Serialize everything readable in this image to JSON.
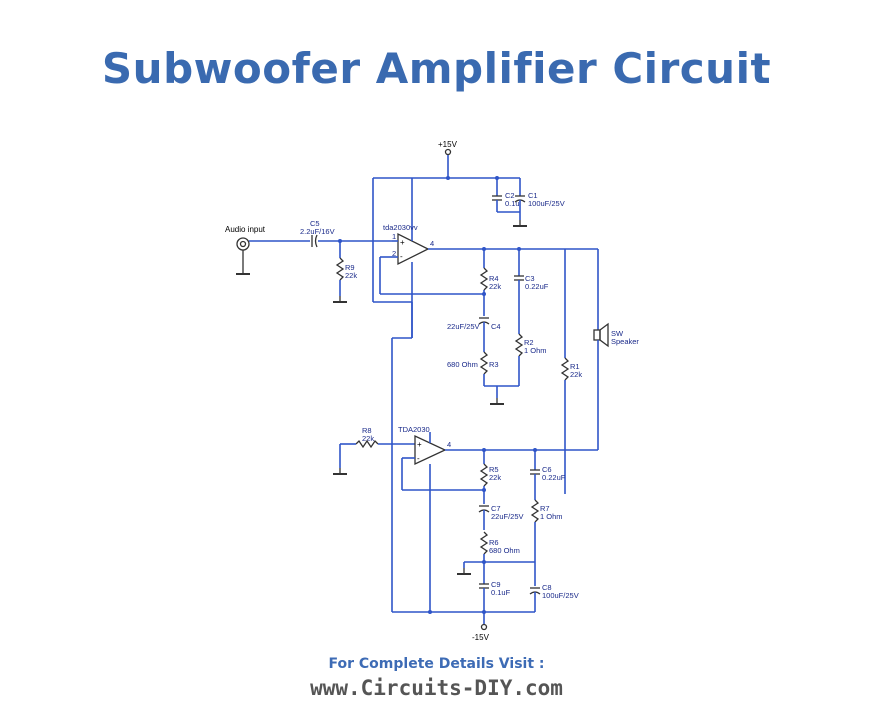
{
  "title": "Subwoofer Amplifier Circuit",
  "footer": {
    "visit": "For Complete Details Visit :",
    "site": "www.Circuits-DIY.com"
  },
  "schematic": {
    "supply_pos": "+15V",
    "supply_neg": "-15V",
    "audio_input": "Audio input",
    "ic1": "tda2030vv",
    "ic2": "TDA2030",
    "speaker": [
      "SW",
      "Speaker"
    ],
    "pins": {
      "plus": "+",
      "minus": "-",
      "one": "1",
      "two": "2",
      "four": "4"
    },
    "components": {
      "C5": [
        "C5",
        "2.2uF/16V"
      ],
      "R9": [
        "R9",
        "22k"
      ],
      "C2": [
        "C2",
        "0.1u"
      ],
      "C1": [
        "C1",
        "100uF/25V"
      ],
      "R4": [
        "R4",
        "22k"
      ],
      "C3": [
        "C3",
        "0.22uF"
      ],
      "C4": [
        "22uF/25V",
        "C4"
      ],
      "R2": [
        "R2",
        "1 Ohm"
      ],
      "R3": [
        "680 Ohm",
        "R3"
      ],
      "R1": [
        "R1",
        "22k"
      ],
      "R8": [
        "R8",
        "22k"
      ],
      "R5": [
        "R5",
        "22k"
      ],
      "C6": [
        "C6",
        "0.22uF"
      ],
      "C7": [
        "C7",
        "22uF/25V"
      ],
      "R7": [
        "R7",
        "1 Ohm"
      ],
      "R6": [
        "R6",
        "680 Ohm"
      ],
      "C9": [
        "C9",
        "0.1uF"
      ],
      "C8": [
        "C8",
        "100uF/25V"
      ]
    }
  }
}
